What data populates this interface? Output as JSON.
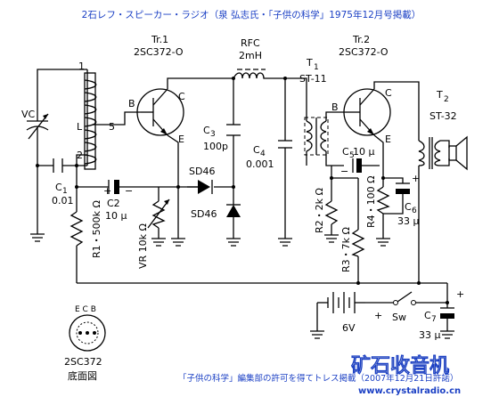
{
  "header": {
    "title": "2石レフ・スピーカー・ラジオ（泉 弘志氏・「子供の科学」1975年12月号掲載）"
  },
  "labels": {
    "tr1_name": "Tr.1",
    "tr1_part": "2SC372-O",
    "tr2_name": "Tr.2",
    "tr2_part": "2SC372-O",
    "rfc_name": "RFC",
    "rfc_val": "2mH",
    "t1_name": "T",
    "t1_sub": "1",
    "t1_part": "ST-11",
    "t2_name": "T",
    "t2_sub": "2",
    "t2_part": "ST-32",
    "vc": "VC",
    "coil_1": "1",
    "coil_2": "2",
    "coil_5": "5",
    "coil_L": "L",
    "c1": "C",
    "c1_sub": "1",
    "c1_val": "0.01",
    "c2": "C2",
    "c2_val": "10 μ",
    "c3": "C",
    "c3_sub": "3",
    "c3_val": "100p",
    "c4": "C",
    "c4_sub": "4",
    "c4_val": "0.001",
    "c5": "C",
    "c5_sub": "5",
    "c5_val": " 10 μ",
    "c6": "C",
    "c6_sub": "6",
    "c6_val": "33 μ",
    "c7": "C",
    "c7_sub": "7",
    "c7_val": "33 μ",
    "r1": "R1・500k Ω",
    "vr": "VR 10k Ω",
    "r2": "R2・2k Ω",
    "r3": "R3・7k Ω",
    "r4": "R4・100 Ω",
    "sd1": "SD46",
    "sd2": "SD46",
    "b1": "B",
    "c_1": "C",
    "e1": "E",
    "b2": "B",
    "c_2": "C",
    "e2": "E",
    "battery": "6V",
    "switch": "Sw",
    "plus": "+",
    "minus": "−",
    "pin_label": "E C B",
    "pin_part": "2SC372",
    "pin_caption": "底面図"
  },
  "footer": {
    "credit": "「子供の科学」編集部の許可を得てトレス掲載（2007年12月21日許諾）",
    "logo": "矿石收音机",
    "url": "www.crystalradio.cn"
  }
}
